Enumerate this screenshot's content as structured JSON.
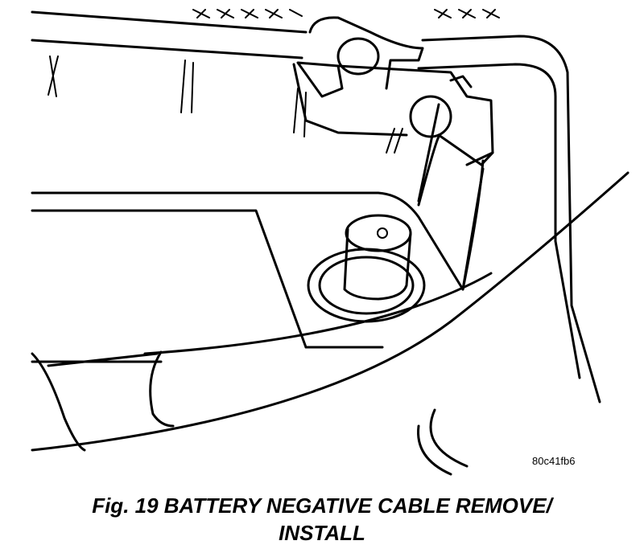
{
  "figure": {
    "reference_code": "80c41fb6",
    "caption_line1": "Fig. 19 BATTERY NEGATIVE CABLE REMOVE/",
    "caption_line2": "INSTALL"
  },
  "colors": {
    "ink": "#000000",
    "background": "#ffffff"
  }
}
